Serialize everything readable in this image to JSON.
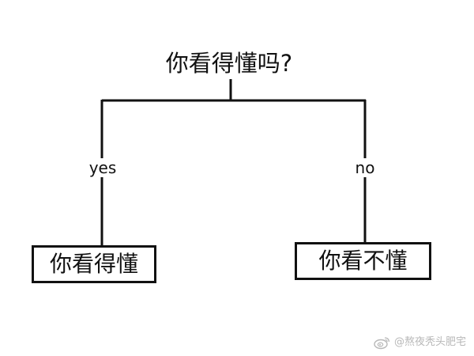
{
  "diagram": {
    "question": "你看得懂吗?",
    "branches": [
      {
        "label": "yes",
        "answer": "你看得懂"
      },
      {
        "label": "no",
        "answer": "你看不懂"
      }
    ]
  },
  "watermark": {
    "icon": "weibo-logo-icon",
    "text": "@熬夜秃头肥宅"
  },
  "colors": {
    "line": "#111111",
    "background": "#ffffff",
    "watermark": "#b8b8b8"
  }
}
